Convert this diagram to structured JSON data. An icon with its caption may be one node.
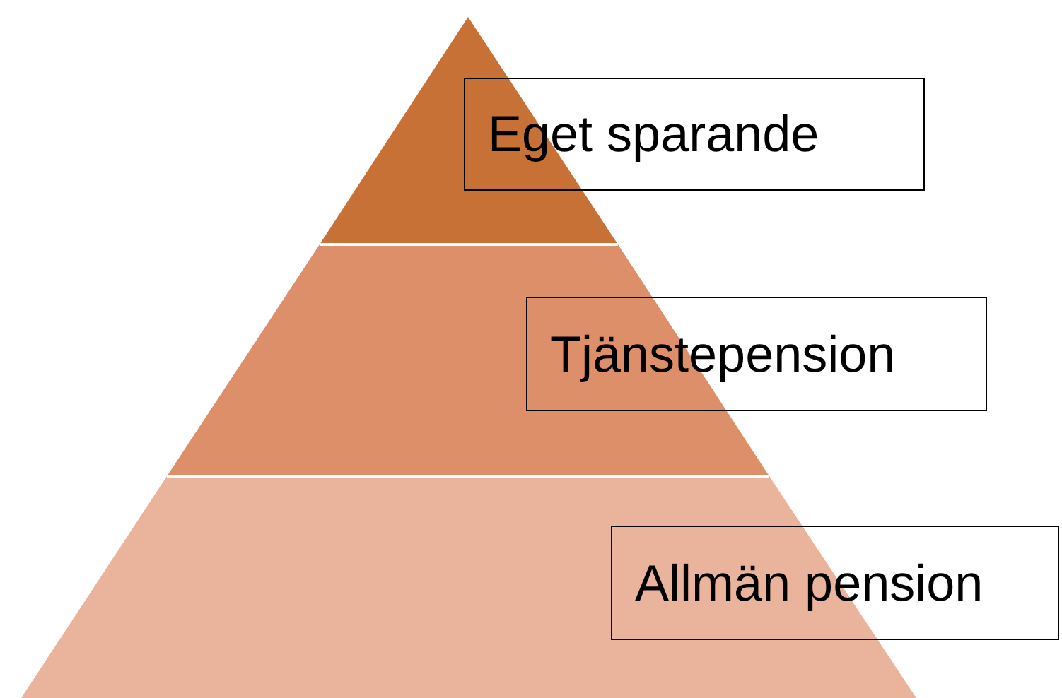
{
  "diagram": {
    "nodes": [
      {
        "text": [
          "Eget sparande"
        ]
      },
      {
        "text": [
          "Tjänstepension"
        ]
      },
      {
        "text": [
          "Allmän pension"
        ]
      }
    ],
    "edges": []
  }
}
